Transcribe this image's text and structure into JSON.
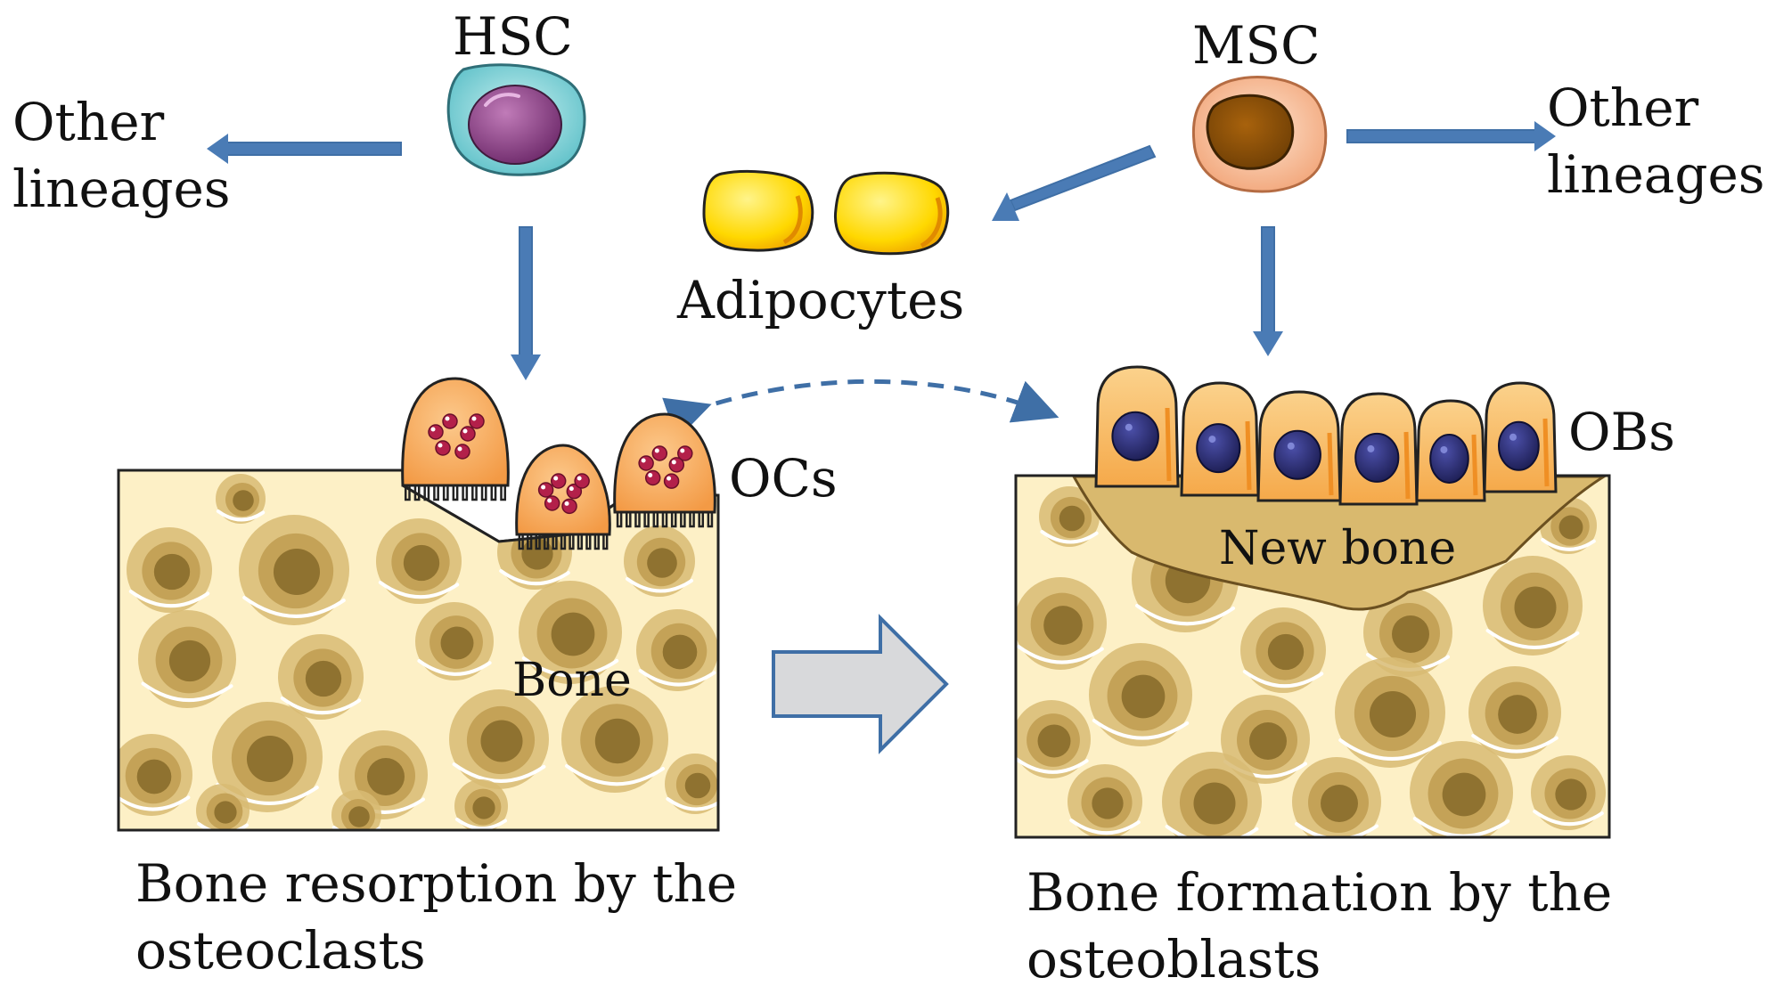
{
  "labels": {
    "hsc": "HSC",
    "msc": "MSC",
    "other_left": "Other\nlineages",
    "other_right": "Other\nlineages",
    "adipocytes": "Adipocytes",
    "ocs": "OCs",
    "obs": "OBs",
    "bone": "Bone",
    "new_bone": "New bone",
    "resorption_caption": "Bone resorption by the\nosteoclasts",
    "formation_caption": "Bone formation by the\nosteoblasts"
  },
  "colors": {
    "arrow": "#4a7bb5",
    "arrow_dark": "#3f6fa6",
    "bone_bg": "#fdf0c6",
    "bone_spot_outer": "#d8bb73",
    "bone_spot_mid": "#c4a257",
    "bone_spot_core": "#8f7230",
    "new_bone": "#d9b96e",
    "hsc_outer": "#7dd1d6",
    "hsc_nucleus": "#8b3f86",
    "msc_outer": "#f6c6a2",
    "msc_nucleus": "#8f5306",
    "adipocyte": "#ffe100",
    "cell_orange": "#f8b763",
    "ob_nucleus": "#2d2f7a",
    "oc_granule": "#b3204a",
    "big_arrow_fill": "#d8d9db"
  }
}
